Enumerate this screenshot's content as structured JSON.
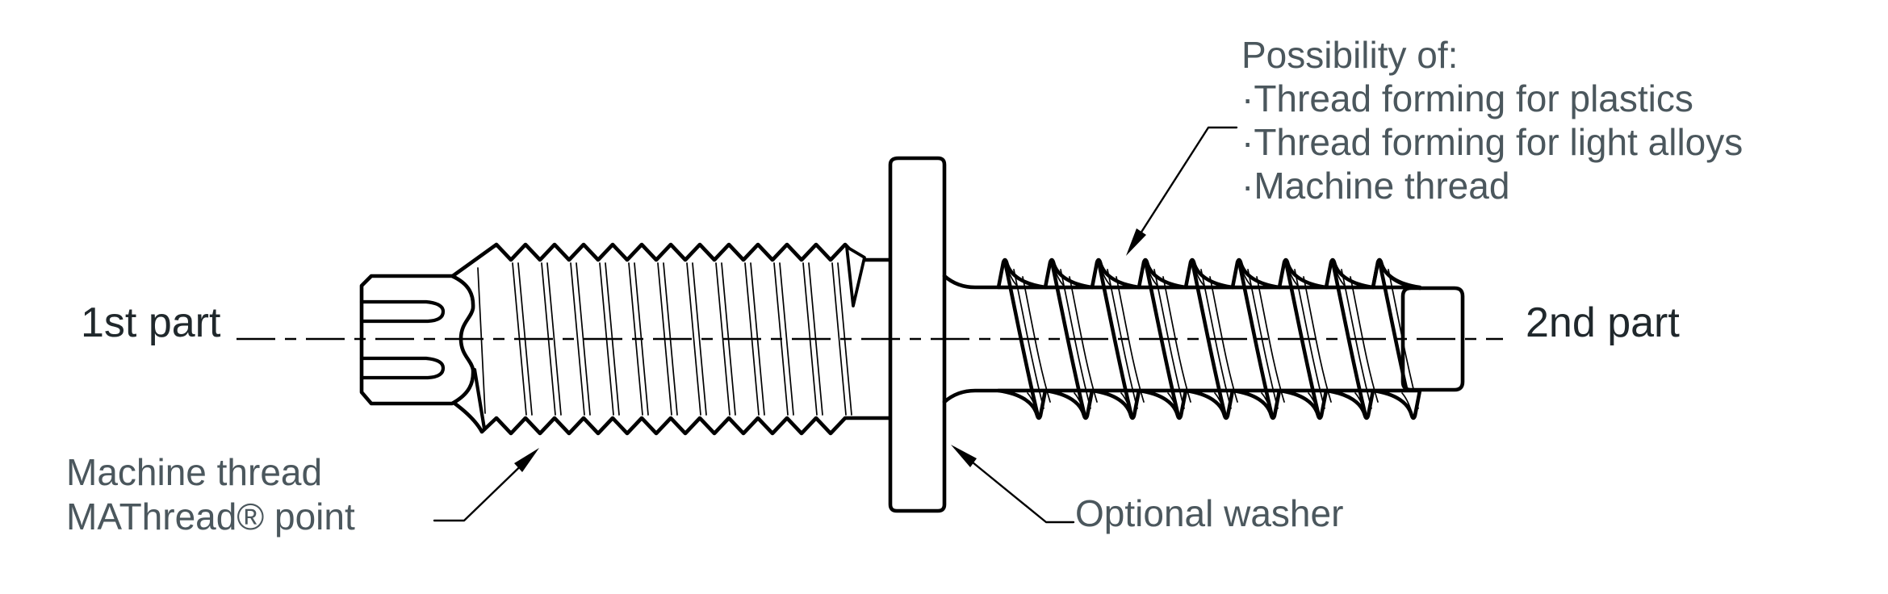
{
  "diagram": {
    "part_labels": {
      "first": "1st part",
      "second": "2nd part"
    },
    "annotations": {
      "machine_thread": {
        "line1": "Machine thread",
        "line2": "MAThread® point"
      },
      "optional_washer": "Optional washer",
      "possibility": {
        "title": "Possibility of:",
        "bullet": "·",
        "items": [
          "Thread forming for plastics",
          "Thread forming for light alloys",
          "Machine thread"
        ]
      }
    },
    "icons": {
      "leader_arrows": "filled-arrowhead-icon"
    }
  },
  "colors": {
    "background": "#ffffff",
    "line": "#000000",
    "part_label_text": "#20282c",
    "annotation_text": "#4b575d"
  }
}
